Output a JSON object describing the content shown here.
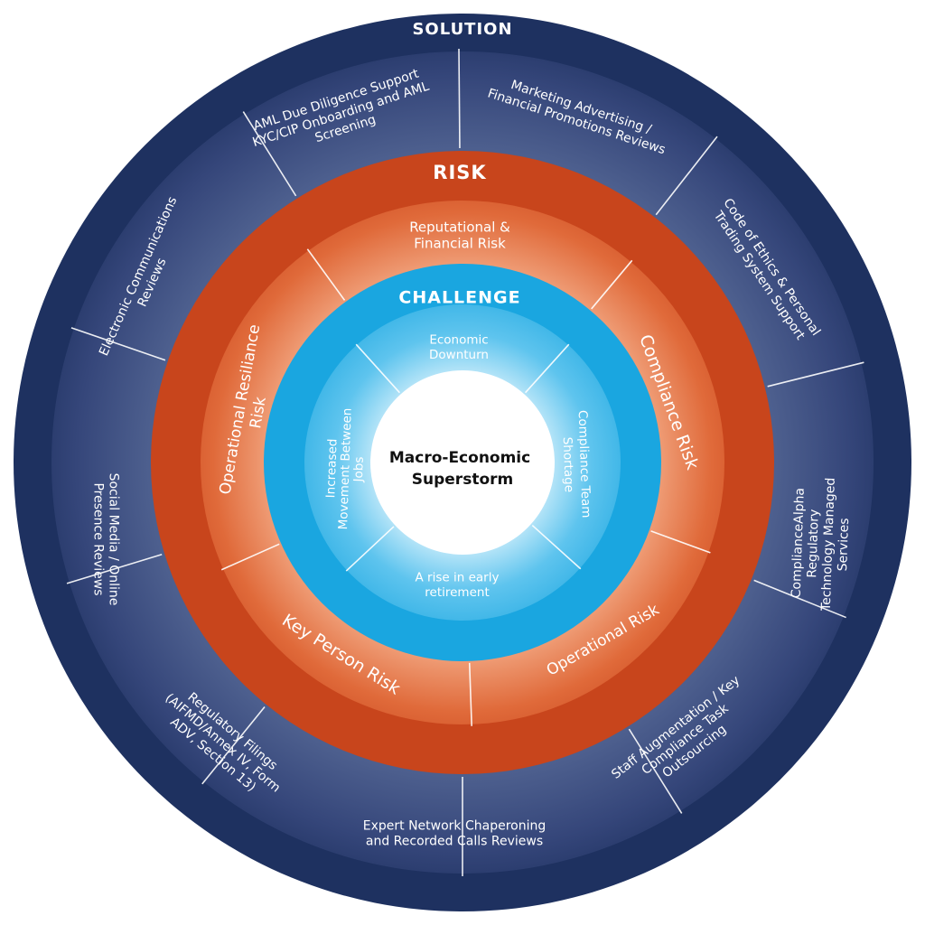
{
  "center": {
    "lines": [
      "Macro-Economic",
      "Superstorm"
    ]
  },
  "rings": {
    "solution": {
      "title": "SOLUTION",
      "segments": [
        {
          "lines": [
            "AML Due Diligence Support",
            "KYC/CIP Onboarding and AML",
            "Screening"
          ]
        },
        {
          "lines": [
            "Marketing  Advertising /",
            "Financial Promotions Reviews"
          ]
        },
        {
          "lines": [
            "Code of Ethics & Personal",
            "Trading System Support"
          ]
        },
        {
          "lines": [
            "ComplianceAlpha",
            "Regulatory",
            "Technology Managed",
            "Services"
          ]
        },
        {
          "lines": [
            "Staff Augmentation / Key",
            "Compliance Task",
            "Outsourcing"
          ]
        },
        {
          "lines": [
            "Expert Network Chaperoning",
            "and Recorded Calls Reviews"
          ]
        },
        {
          "lines": [
            "Regulatory Filings",
            "(AIFMD/Annex IV, Form",
            "ADV, Section 13)"
          ]
        },
        {
          "lines": [
            "Social Media / Online",
            "Presence Reviews"
          ]
        },
        {
          "lines": [
            "Electronic Communications",
            "Reviews"
          ]
        }
      ]
    },
    "risk": {
      "title": "RISK",
      "segments": [
        {
          "lines": [
            "Reputational &",
            "Financial Risk"
          ]
        },
        {
          "lines": [
            "Compliance Risk"
          ]
        },
        {
          "lines": [
            "Operational Risk"
          ]
        },
        {
          "lines": [
            "Key Person Risk"
          ]
        },
        {
          "lines": [
            "Operational Resiliance",
            "Risk"
          ]
        }
      ]
    },
    "challenge": {
      "title": "CHALLENGE",
      "segments": [
        {
          "lines": [
            "Economic",
            "Downturn"
          ]
        },
        {
          "lines": [
            "Compliance Team",
            "Shortage"
          ]
        },
        {
          "lines": [
            "A rise in early",
            "retirement"
          ]
        },
        {
          "lines": [
            "Increased",
            "Movement Between",
            "Jobs"
          ]
        }
      ]
    }
  },
  "colors": {
    "solution_ring": "#1e3160",
    "solution_inner": "#3b4a78",
    "risk_ring": "#c8451c",
    "risk_inner": "#de7448",
    "challenge_ring": "#1aa6e0",
    "challenge_inner": "#5cc3ee",
    "center": "#ffffff"
  }
}
